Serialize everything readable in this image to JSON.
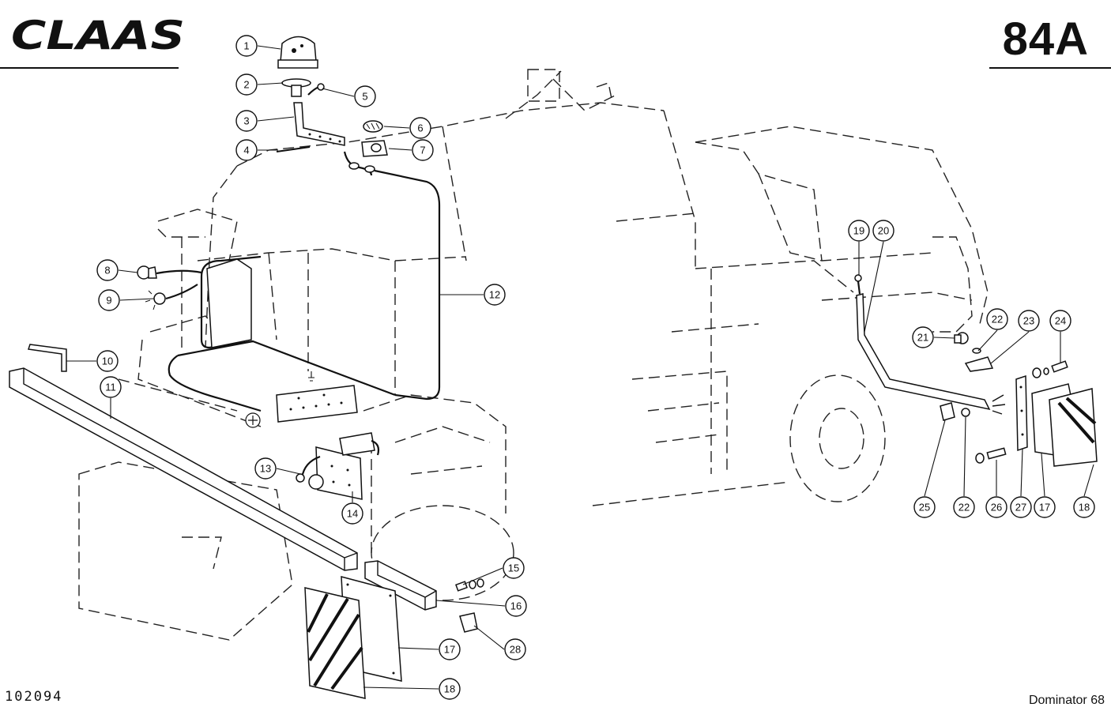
{
  "header": {
    "brand": "CLAAS",
    "page_number": "84A"
  },
  "footer": {
    "drawing_number": "102094",
    "model": "Dominator 68"
  },
  "callouts": [
    {
      "id": "c1",
      "label": "1"
    },
    {
      "id": "c2",
      "label": "2"
    },
    {
      "id": "c3",
      "label": "3"
    },
    {
      "id": "c4",
      "label": "4"
    },
    {
      "id": "c5",
      "label": "5"
    },
    {
      "id": "c6",
      "label": "6"
    },
    {
      "id": "c7",
      "label": "7"
    },
    {
      "id": "c8",
      "label": "8"
    },
    {
      "id": "c9",
      "label": "9"
    },
    {
      "id": "c10",
      "label": "10"
    },
    {
      "id": "c11",
      "label": "11"
    },
    {
      "id": "c12",
      "label": "12"
    },
    {
      "id": "c13",
      "label": "13"
    },
    {
      "id": "c14",
      "label": "14"
    },
    {
      "id": "c15",
      "label": "15"
    },
    {
      "id": "c16",
      "label": "16"
    },
    {
      "id": "c17a",
      "label": "17"
    },
    {
      "id": "c18a",
      "label": "18"
    },
    {
      "id": "c28",
      "label": "28"
    },
    {
      "id": "c19",
      "label": "19"
    },
    {
      "id": "c20",
      "label": "20"
    },
    {
      "id": "c21",
      "label": "21"
    },
    {
      "id": "c22a",
      "label": "22"
    },
    {
      "id": "c23",
      "label": "23"
    },
    {
      "id": "c24",
      "label": "24"
    },
    {
      "id": "c25",
      "label": "25"
    },
    {
      "id": "c22b",
      "label": "22"
    },
    {
      "id": "c26",
      "label": "26"
    },
    {
      "id": "c27",
      "label": "27"
    },
    {
      "id": "c17b",
      "label": "17"
    },
    {
      "id": "c18b",
      "label": "18"
    }
  ]
}
